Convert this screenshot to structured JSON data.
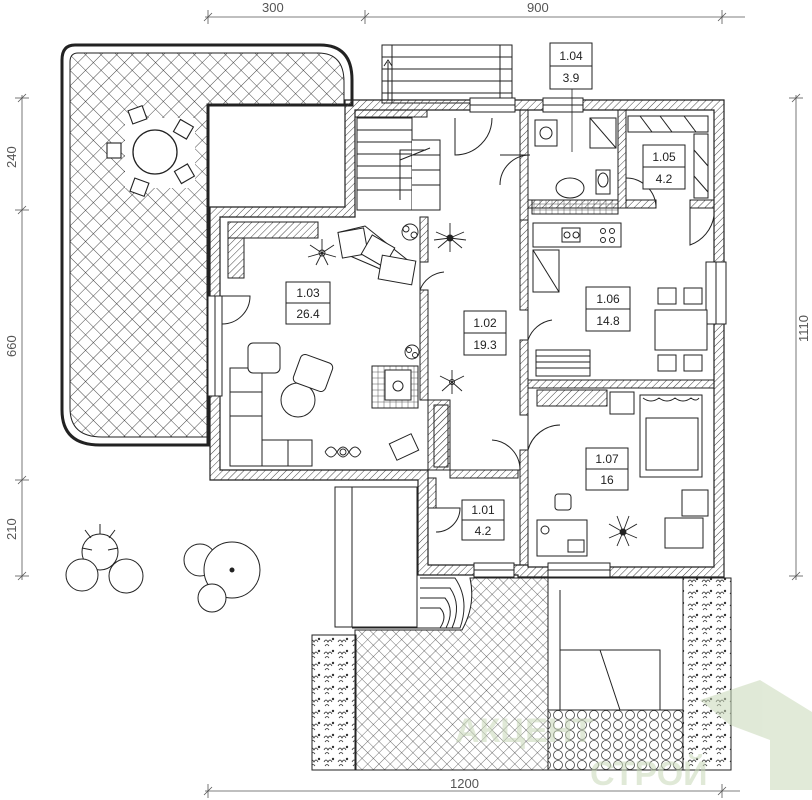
{
  "dimensions": {
    "top": [
      "300",
      "900"
    ],
    "bottom": "1200",
    "left": [
      "240",
      "660",
      "210"
    ],
    "right": "1110"
  },
  "rooms": [
    {
      "id": "1.01",
      "area": "4.2"
    },
    {
      "id": "1.02",
      "area": "19.3"
    },
    {
      "id": "1.03",
      "area": "26.4"
    },
    {
      "id": "1.04",
      "area": "3.9"
    },
    {
      "id": "1.05",
      "area": "4.2"
    },
    {
      "id": "1.06",
      "area": "14.8"
    },
    {
      "id": "1.07",
      "area": "16"
    }
  ],
  "watermark": {
    "line1": "АКЦЕНТ",
    "line2": "СТРОЙ",
    "color": "#c8d8b8"
  },
  "colors": {
    "line": "#222222",
    "dim": "#555555",
    "hatch": "#444444"
  }
}
